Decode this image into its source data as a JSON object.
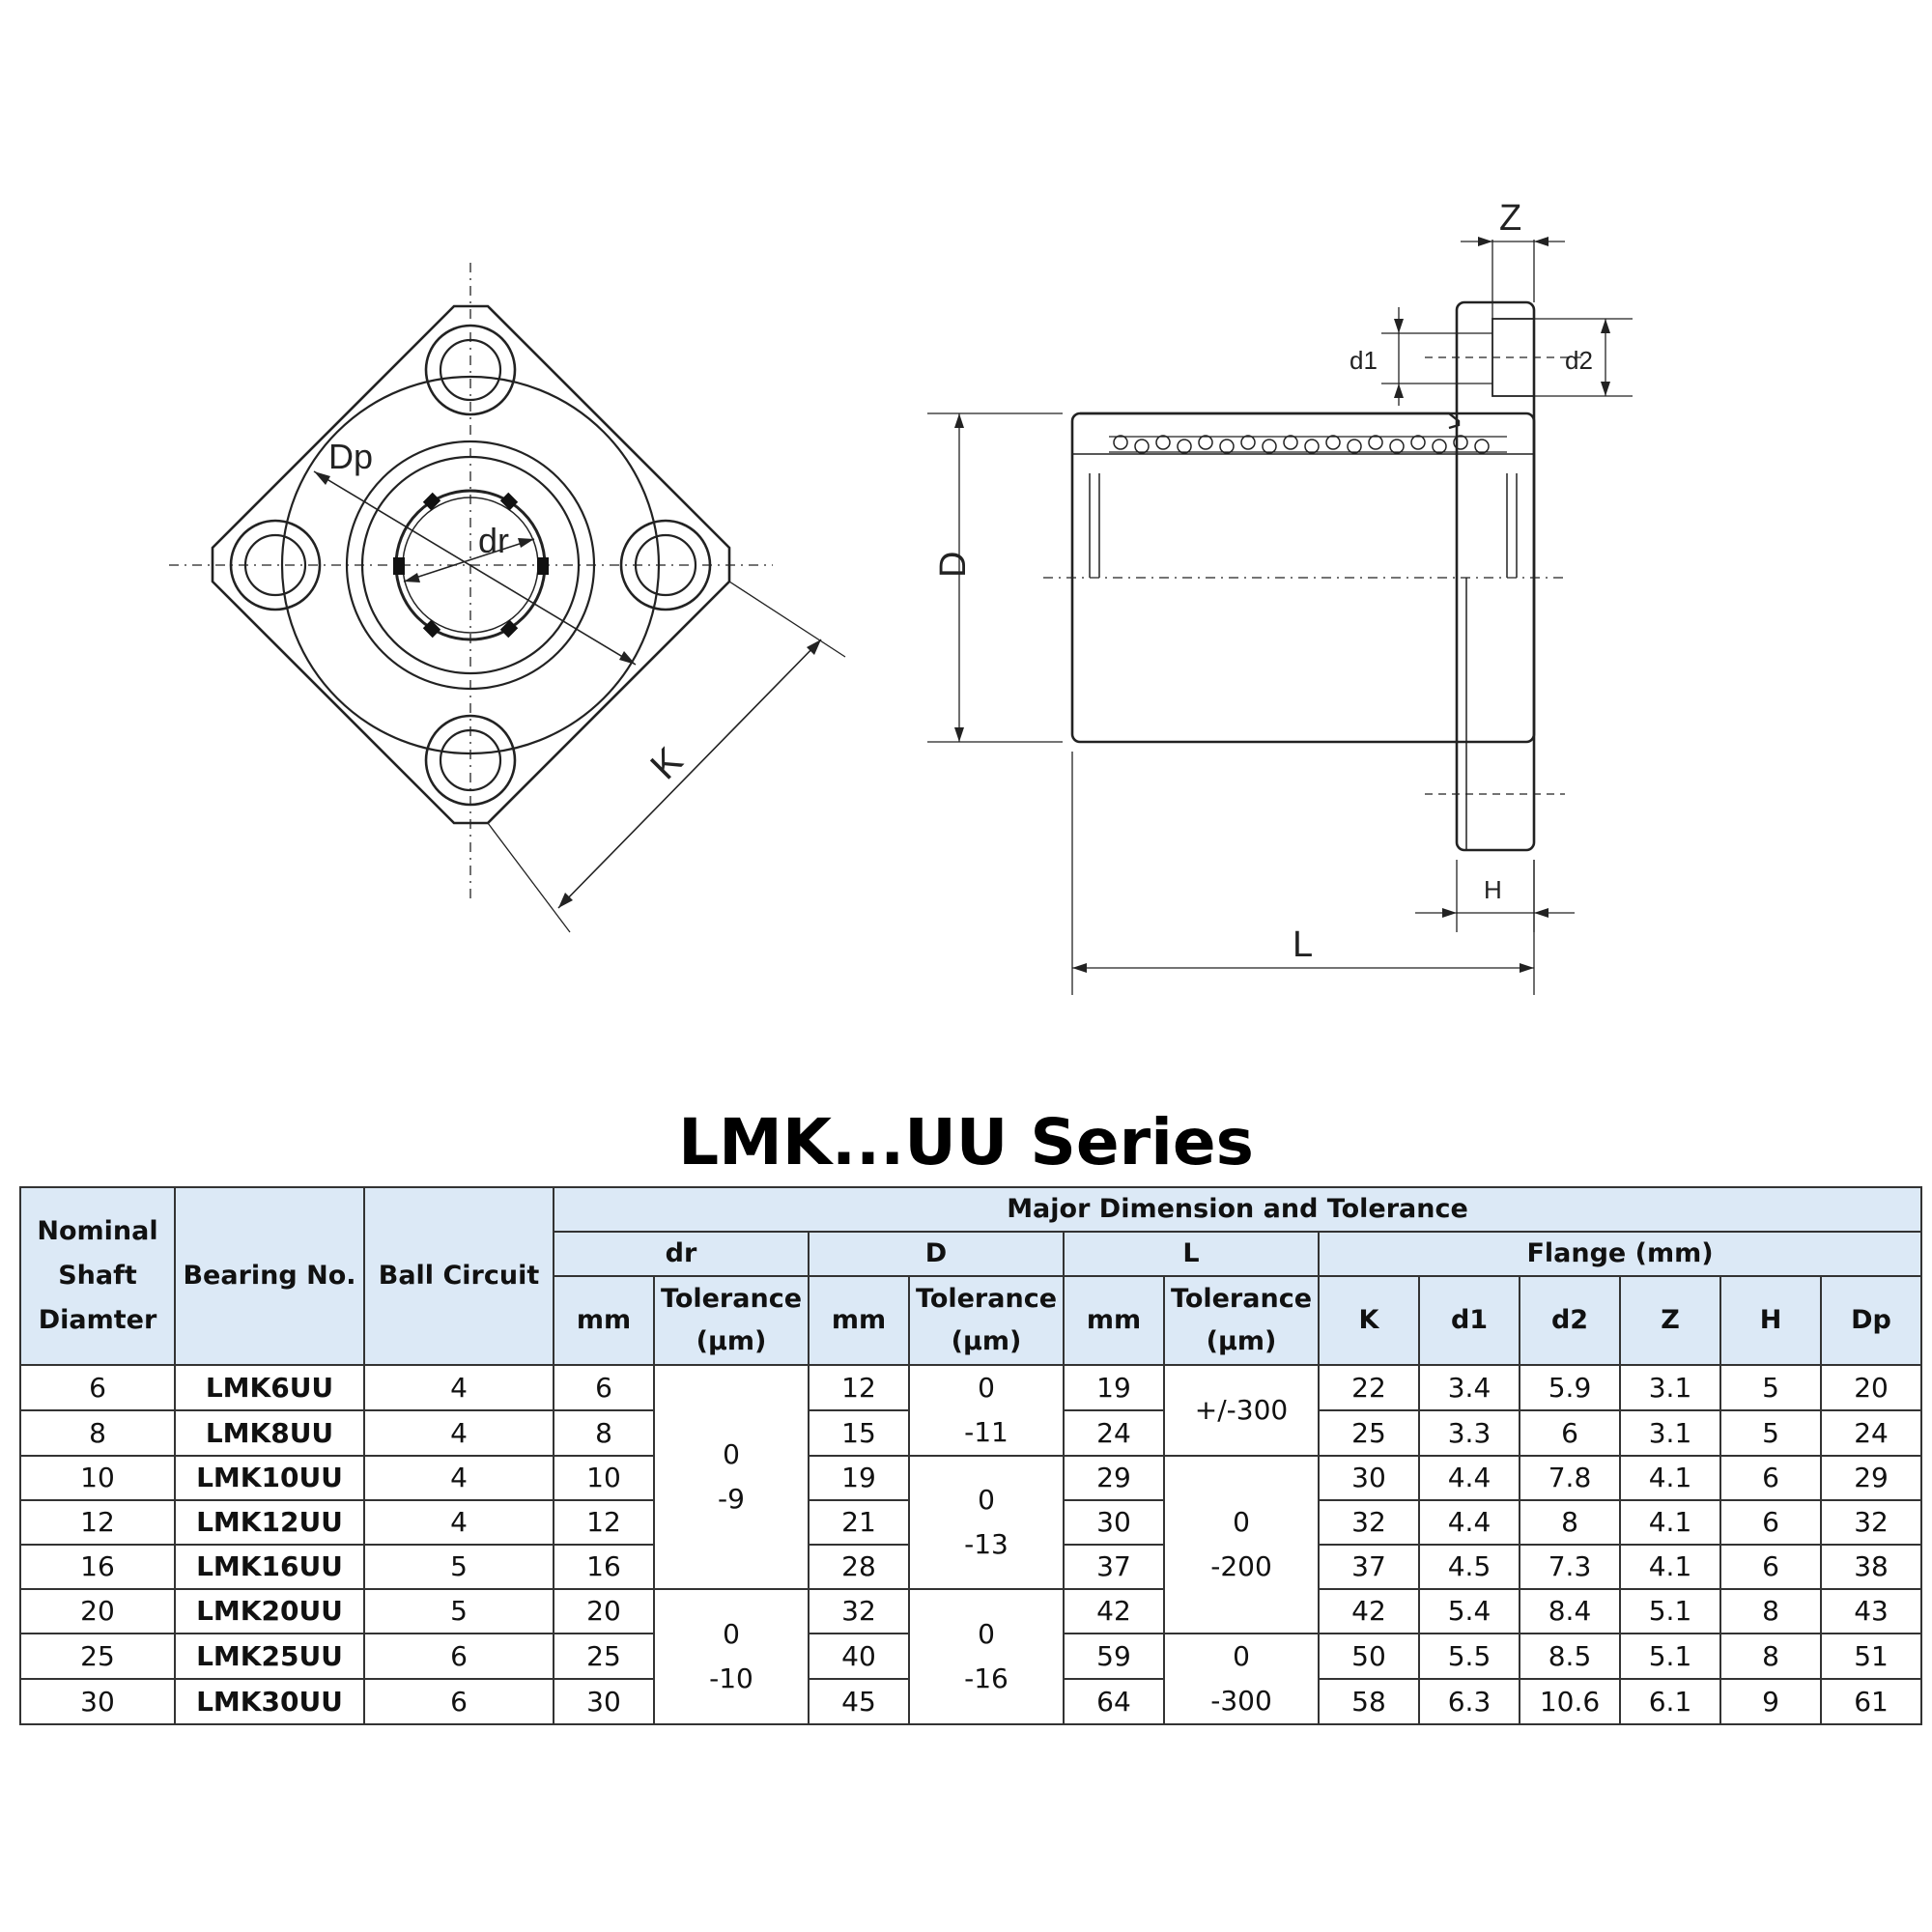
{
  "diagram": {
    "front_labels": {
      "dp": "Dp",
      "dr": "dr",
      "k": "K"
    },
    "side_labels": {
      "z": "Z",
      "d1": "d1",
      "d2": "d2",
      "d": "D",
      "h": "H",
      "l": "L"
    }
  },
  "title": "LMK...UU Series",
  "table": {
    "headers": {
      "nominal": "Nominal Shaft Diamter",
      "bearing": "Bearing No.",
      "ball": "Ball Circuit",
      "major": "Major Dimension and Tolerance",
      "dr": "dr",
      "D": "D",
      "L": "L",
      "flange": "Flange (mm)",
      "mm": "mm",
      "tol": "Tolerance (μm)",
      "K": "K",
      "d1": "d1",
      "d2": "d2",
      "Z": "Z",
      "H": "H",
      "Dp": "Dp"
    },
    "rows": [
      {
        "nominal": "6",
        "model": "LMK6UU",
        "ball": "4",
        "dr": "6",
        "D": "12",
        "L": "19",
        "K": "22",
        "d1": "3.4",
        "d2": "5.9",
        "Z": "3.1",
        "H": "5",
        "Dp": "20"
      },
      {
        "nominal": "8",
        "model": "LMK8UU",
        "ball": "4",
        "dr": "8",
        "D": "15",
        "L": "24",
        "K": "25",
        "d1": "3.3",
        "d2": "6",
        "Z": "3.1",
        "H": "5",
        "Dp": "24"
      },
      {
        "nominal": "10",
        "model": "LMK10UU",
        "ball": "4",
        "dr": "10",
        "D": "19",
        "L": "29",
        "K": "30",
        "d1": "4.4",
        "d2": "7.8",
        "Z": "4.1",
        "H": "6",
        "Dp": "29"
      },
      {
        "nominal": "12",
        "model": "LMK12UU",
        "ball": "4",
        "dr": "12",
        "D": "21",
        "L": "30",
        "K": "32",
        "d1": "4.4",
        "d2": "8",
        "Z": "4.1",
        "H": "6",
        "Dp": "32"
      },
      {
        "nominal": "16",
        "model": "LMK16UU",
        "ball": "5",
        "dr": "16",
        "D": "28",
        "L": "37",
        "K": "37",
        "d1": "4.5",
        "d2": "7.3",
        "Z": "4.1",
        "H": "6",
        "Dp": "38"
      },
      {
        "nominal": "20",
        "model": "LMK20UU",
        "ball": "5",
        "dr": "20",
        "D": "32",
        "L": "42",
        "K": "42",
        "d1": "5.4",
        "d2": "8.4",
        "Z": "5.1",
        "H": "8",
        "Dp": "43"
      },
      {
        "nominal": "25",
        "model": "LMK25UU",
        "ball": "6",
        "dr": "25",
        "D": "40",
        "L": "59",
        "K": "50",
        "d1": "5.5",
        "d2": "8.5",
        "Z": "5.1",
        "H": "8",
        "Dp": "51"
      },
      {
        "nominal": "30",
        "model": "LMK30UU",
        "ball": "6",
        "dr": "30",
        "D": "45",
        "L": "64",
        "K": "58",
        "d1": "6.3",
        "d2": "10.6",
        "Z": "6.1",
        "H": "9",
        "Dp": "61"
      }
    ],
    "tolerances": {
      "dr": [
        {
          "upper": "0",
          "lower": "-9"
        },
        {
          "upper": "0",
          "lower": "-10"
        }
      ],
      "D": [
        {
          "upper": "0",
          "lower": "-11"
        },
        {
          "upper": "0",
          "lower": "-13"
        },
        {
          "upper": "0",
          "lower": "-16"
        }
      ],
      "L": [
        {
          "single": "+/-300"
        },
        {
          "upper": "0",
          "lower": "-200"
        },
        {
          "upper": "0",
          "lower": "-300"
        }
      ]
    }
  }
}
